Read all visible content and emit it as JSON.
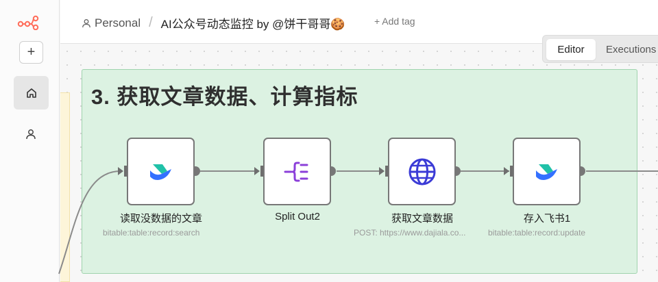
{
  "app": {
    "logo_icon": "n8n-logo-icon",
    "accent": "#ff6d5a"
  },
  "sidebar": {
    "add_label": "+",
    "items": [
      {
        "name": "home",
        "icon": "home-icon"
      },
      {
        "name": "user",
        "icon": "user-icon"
      }
    ]
  },
  "header": {
    "project": "Personal",
    "separator": "/",
    "workflow_title": "AI公众号动态监控 by @饼干哥哥🍪",
    "add_tag": "+ Add tag"
  },
  "tabs": {
    "editor": "Editor",
    "executions": "Executions"
  },
  "group": {
    "title": "3. 获取文章数据、计算指标",
    "color": "#dcf2e2"
  },
  "nodes": [
    {
      "label": "读取没数据的文章",
      "subtitle": "bitable:table:record:search",
      "icon": "feishu-icon"
    },
    {
      "label": "Split Out2",
      "subtitle": "",
      "icon": "split-out-icon"
    },
    {
      "label": "获取文章数据",
      "subtitle": "POST: https://www.dajiala.co...",
      "icon": "globe-icon"
    },
    {
      "label": "存入飞书1",
      "subtitle": "bitable:table:record:update",
      "icon": "feishu-icon"
    }
  ]
}
